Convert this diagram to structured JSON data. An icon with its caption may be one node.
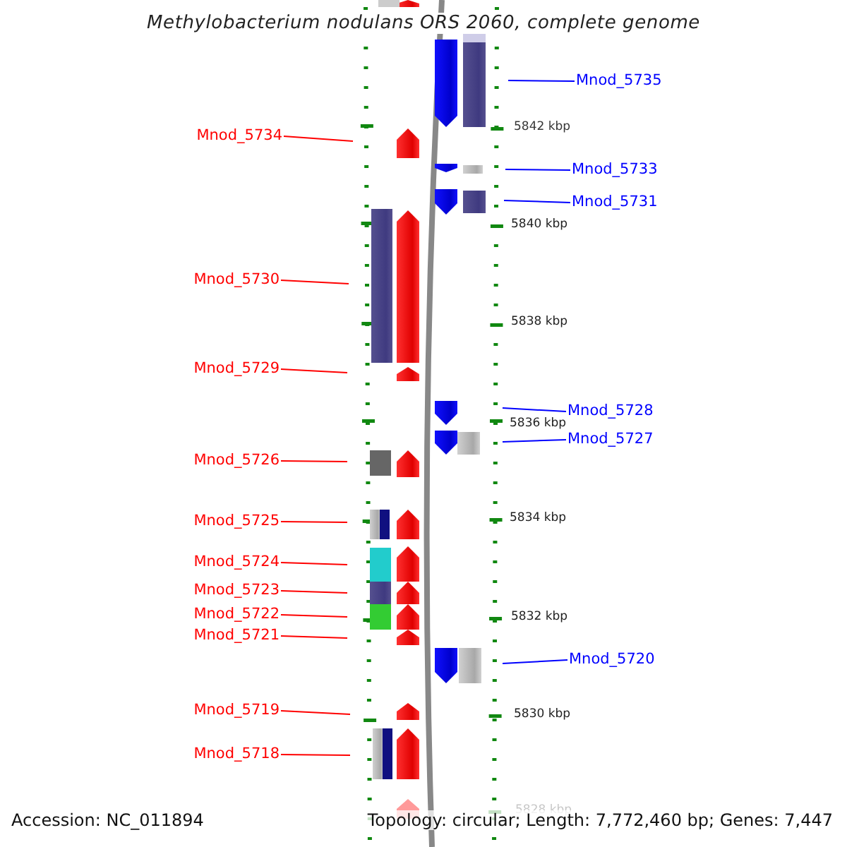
{
  "diagram": {
    "title": "Methylobacterium nodulans ORS 2060, complete genome",
    "nodes": [
      {
        "text": [
          "Mnod_5735"
        ]
      },
      {
        "text": [
          "Mnod_5734"
        ]
      },
      {
        "text": [
          "Mnod_5733"
        ]
      },
      {
        "text": [
          "Mnod_5731"
        ]
      },
      {
        "text": [
          "Mnod_5730"
        ]
      },
      {
        "text": [
          "Mnod_5729"
        ]
      },
      {
        "text": [
          "Mnod_5728"
        ]
      },
      {
        "text": [
          "Mnod_5727"
        ]
      },
      {
        "text": [
          "Mnod_5726"
        ]
      },
      {
        "text": [
          "Mnod_5725"
        ]
      },
      {
        "text": [
          "Mnod_5724"
        ]
      },
      {
        "text": [
          "Mnod_5723"
        ]
      },
      {
        "text": [
          "Mnod_5722"
        ]
      },
      {
        "text": [
          "Mnod_5721"
        ]
      },
      {
        "text": [
          "Mnod_5720"
        ]
      },
      {
        "text": [
          "Mnod_5719"
        ]
      },
      {
        "text": [
          "Mnod_5718"
        ]
      }
    ],
    "edges": [
      {
        "from": 0,
        "to": null,
        "arrow": "none",
        "color": "#0000ff"
      },
      {
        "from": 1,
        "to": null,
        "arrow": "none"
      },
      {
        "from": 2,
        "to": null,
        "arrow": "none",
        "color": "#0000ff"
      },
      {
        "from": 3,
        "to": null,
        "arrow": "none",
        "color": "#0000ff"
      },
      {
        "from": 4,
        "to": null,
        "arrow": "none"
      },
      {
        "from": 5,
        "to": null,
        "arrow": "none"
      },
      {
        "from": 6,
        "to": null,
        "arrow": "none",
        "color": "#0000ff"
      },
      {
        "from": 7,
        "to": null,
        "arrow": "none",
        "color": "#0000ff"
      },
      {
        "from": 8,
        "to": null,
        "arrow": "none"
      },
      {
        "from": 9,
        "to": null,
        "arrow": "none"
      },
      {
        "from": 10,
        "to": null,
        "arrow": "none"
      },
      {
        "from": 11,
        "to": null,
        "arrow": "none"
      },
      {
        "from": 12,
        "to": null,
        "arrow": "none"
      },
      {
        "from": 13,
        "to": null,
        "arrow": "none"
      },
      {
        "from": 14,
        "to": null,
        "arrow": "none",
        "color": "#0000ff"
      },
      {
        "from": 15,
        "to": null,
        "arrow": "none"
      },
      {
        "from": 16,
        "to": null,
        "arrow": "none"
      }
    ],
    "labels": [
      "5842 kbp",
      "5840 kbp",
      "5838 kbp",
      "5836 kbp",
      "5834 kbp",
      "5832 kbp",
      "5830 kbp",
      "5828 kbp",
      "Accession: NC_011894",
      "Topology: circular; Length: 7,772,460 bp; Genes: 7,447"
    ]
  }
}
